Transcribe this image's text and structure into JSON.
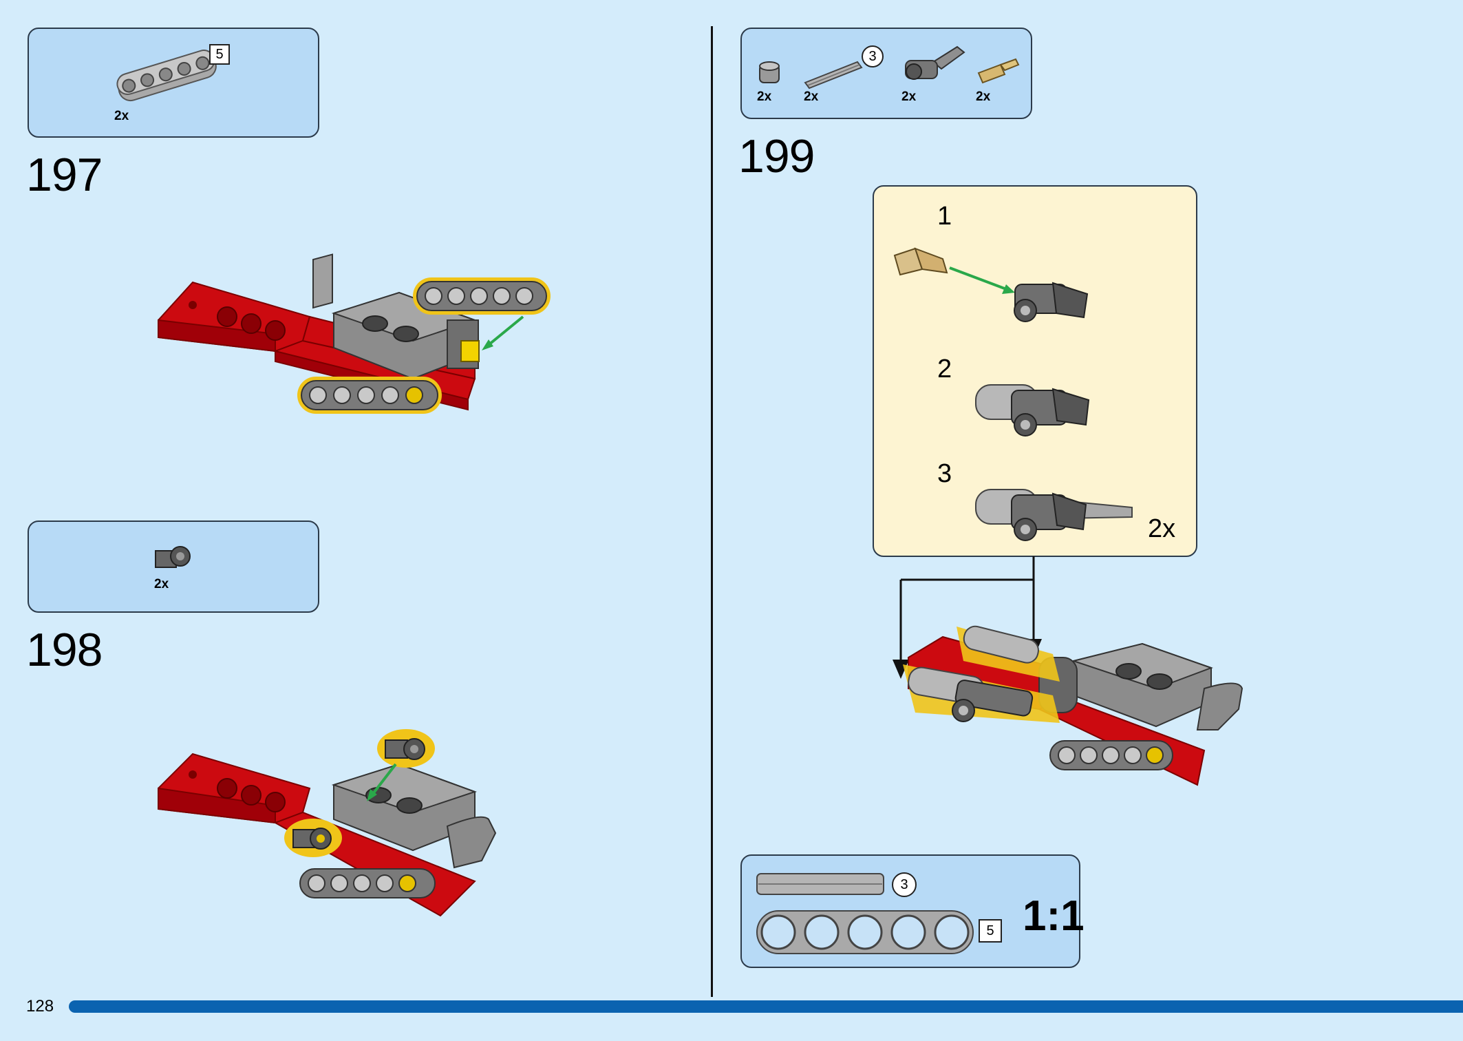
{
  "page_number": "128",
  "steps": [
    {
      "number": "197",
      "parts": [
        {
          "qty": "2x",
          "length_label": "5"
        }
      ]
    },
    {
      "number": "198",
      "parts": [
        {
          "qty": "2x"
        }
      ]
    },
    {
      "number": "199",
      "parts": [
        {
          "qty": "2x"
        },
        {
          "qty": "2x",
          "length_label": "3"
        },
        {
          "qty": "2x"
        },
        {
          "qty": "2x"
        }
      ],
      "substeps": [
        {
          "label": "1"
        },
        {
          "label": "2"
        },
        {
          "label": "3"
        }
      ],
      "sub_multiplier": "2x"
    }
  ],
  "scale_box": {
    "axle_length": "3",
    "beam_length": "5",
    "ratio_label": "1:1"
  },
  "colors": {
    "background": "#d4ecfb",
    "part_box": "#b7daf6",
    "substep_box": "#fdf4d2",
    "red_brick": "#cc0a10",
    "progress_bar": "#0b63b0",
    "highlight": "#f0c419",
    "arrow_green": "#2aa84a"
  }
}
